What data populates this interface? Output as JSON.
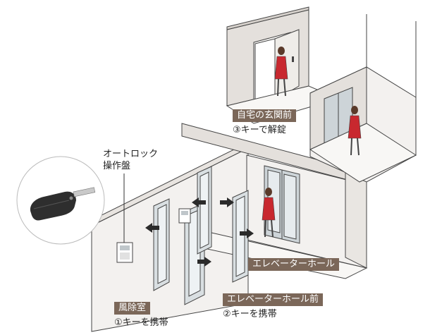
{
  "labels": {
    "autolock_panel_line1": "オートロック",
    "autolock_panel_line2": "操作盤",
    "home_entrance": "自宅の玄関前",
    "home_entrance_step": "③キーで解錠",
    "elevator_hall": "エレベーターホール",
    "elevator_hall_front": "エレベーターホール前",
    "elevator_hall_front_step": "②キーを携帯",
    "windbreak_room": "風除室",
    "windbreak_room_step": "①キーを携帯"
  },
  "colors": {
    "tag_background": "#7b6759",
    "tag_text": "#ffffff",
    "wall": "#f3f1ef",
    "wall_shade": "#e4e0dc",
    "floor": "#f8f7f5",
    "line": "#444444",
    "glass": "#d9dfe2",
    "figure_dress": "#c8282f",
    "figure_hair": "#5a3a2a",
    "key_body": "#2e2e2e",
    "arrow": "#2b2b2b"
  }
}
